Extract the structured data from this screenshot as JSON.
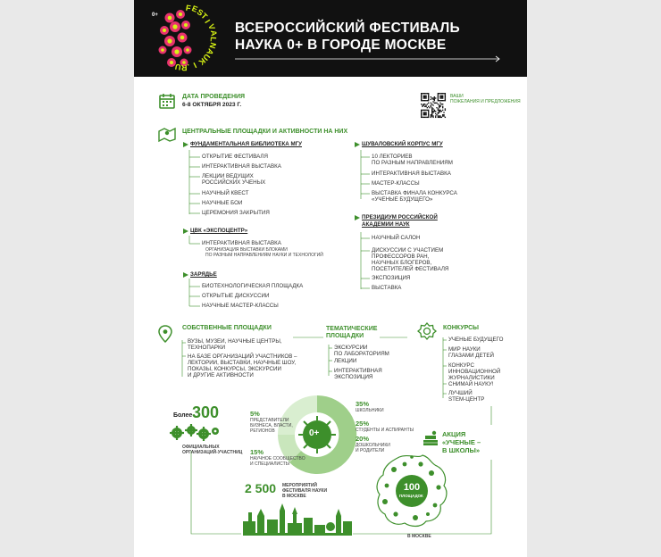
{
  "header": {
    "title_line1": "ВСЕРОССИЙСКИЙ ФЕСТИВАЛЬ",
    "title_line2": "НАУКА 0+ В ГОРОДЕ МОСКВЕ",
    "logo_text": "FESTIVALNAUKI.RU",
    "logo_letters": [
      "F",
      "E",
      "S",
      "T",
      "I",
      "V",
      "A",
      "L",
      "N",
      "A",
      "U",
      "K",
      "I",
      ".",
      "R",
      "U"
    ],
    "logo_zero": "0+"
  },
  "dates": {
    "label": "ДАТА ПРОВЕДЕНИЯ",
    "value": "6-8 ОКТЯБРЯ 2023 Г."
  },
  "qr": {
    "caption_line1": "ВАШИ",
    "caption_line2": "ПОЖЕЛАНИЯ И ПРЕДЛОЖЕНИЯ"
  },
  "venues": {
    "title": "ЦЕНТРАЛЬНЫЕ ПЛОЩАДКИ И АКТИВНОСТИ НА НИХ",
    "msu_library": {
      "name": "ФУНДАМЕНТАЛЬНАЯ БИБЛИОТЕКА МГУ",
      "items": [
        "ОТКРЫТИЕ ФЕСТИВАЛЯ",
        "ИНТЕРАКТИВНАЯ ВЫСТАВКА",
        "ЛЕКЦИИ ВЕДУЩИХ",
        "РОССИЙСКИХ УЧЕНЫХ",
        "НАУЧНЫЙ КВЕСТ",
        "НАУЧНЫЕ БОИ",
        "ЦЕРЕМОНИЯ ЗАКРЫТИЯ"
      ]
    },
    "expocentre": {
      "name": "ЦВК «ЭКСПОЦЕНТР»",
      "item": "ИНТЕРАКТИВНАЯ ВЫСТАВКА",
      "note_line1": "ОРГАНИЗАЦИЯ ВЫСТАВКИ БЛОКАМИ",
      "note_line2": "ПО РАЗНЫМ НАПРАВЛЕНИЯМ НАУКИ И ТЕХНОЛОГИЙ"
    },
    "zaryadye": {
      "name": "ЗАРЯДЬЕ",
      "items": [
        "БИОТЕХНОЛОГИЧЕСКАЯ ПЛОЩАДКА",
        "ОТКРЫТЫЕ ДИСКУССИИ",
        "НАУЧНЫЕ МАСТЕР-КЛАССЫ"
      ]
    },
    "shuvalov": {
      "name": "ШУВАЛОВСКИЙ КОРПУС МГУ",
      "items": [
        "10 ЛЕКТОРИЕВ",
        "ПО РАЗНЫМ НАПРАВЛЕНИЯМ",
        "ИНТЕРАКТИВНАЯ ВЫСТАВКА",
        "МАСТЕР-КЛАССЫ",
        "ВЫСТАВКА ФИНАЛА КОНКУРСА",
        "«УЧЕНЫЕ БУДУЩЕГО»"
      ]
    },
    "ras": {
      "name_line1": "ПРЕЗИДИУМ РОССИЙСКОЙ",
      "name_line2": "АКАДЕМИИ НАУК",
      "items": [
        "НАУЧНЫЙ САЛОН",
        "ДИСКУССИИ С УЧАСТИЕМ",
        "ПРОФЕССОРОВ РАН,",
        "НАУЧНЫХ БЛОГЕРОВ,",
        "ПОСЕТИТЕЛЕЙ ФЕСТИВАЛЯ",
        "ЭКСПОЗИЦИЯ",
        "ВЫСТАВКА"
      ]
    }
  },
  "own_sites": {
    "title": "СОБСТВЕННЫЕ ПЛОЩАДКИ",
    "items": [
      "ВУЗЫ, МУЗЕИ, НАУЧНЫЕ ЦЕНТРЫ,",
      "ТЕХНОПАРКИ",
      "НА БАЗЕ ОРГАНИЗАЦИЙ УЧАСТНИКОВ –",
      "ЛЕКТОРИИ, ВЫСТАВКИ, НАУЧНЫЕ ШОУ,",
      "ПОКАЗЫ, КОНКУРСЫ, ЭКСКУРСИИ",
      "И ДРУГИЕ АКТИВНОСТИ"
    ]
  },
  "thematic": {
    "title_line1": "ТЕМАТИЧЕСКИЕ",
    "title_line2": "ПЛОЩАДКИ",
    "items": [
      "ЭКСКУРСИИ",
      "ПО ЛАБОРАТОРИЯМ",
      "ЛЕКЦИИ",
      "ИНТЕРАКТИВНАЯ",
      "ЭКСПОЗИЦИЯ"
    ]
  },
  "contests": {
    "title": "КОНКУРСЫ",
    "items": [
      "УЧЕНЫЕ БУДУЩЕГО",
      "МИР НАУКИ",
      "ГЛАЗАМИ ДЕТЕЙ",
      "КОНКУРС",
      "ИННОВАЦИОННОЙ",
      "ЖУРНАЛИСТИКИ",
      "СНИМАЙ НАУКУ!",
      "ЛУЧШИЙ",
      "STEM-ЦЕНТР"
    ]
  },
  "organizations": {
    "prefix": "Более",
    "number": "300",
    "caption_line1": "ОФИЦИАЛЬНЫХ",
    "caption_line2": "ОРГАНИЗАЦИЙ-УЧАСТНИЦ"
  },
  "audience": {
    "left": [
      {
        "pct": "5%",
        "lines": [
          "ПРЕДСТАВИТЕЛИ",
          "БИЗНЕСА, ВЛАСТИ,",
          "РЕГИОНОВ"
        ]
      },
      {
        "pct": "15%",
        "lines": [
          "НАУЧНОЕ СООБЩЕСТВО",
          "И СПЕЦИАЛИСТЫ"
        ]
      }
    ],
    "right": [
      {
        "pct": "35%",
        "lines": [
          "ШКОЛЬНИКИ"
        ]
      },
      {
        "pct": "25%",
        "lines": [
          "СТУДЕНТЫ И АСПИРАНТЫ"
        ]
      },
      {
        "pct": "20%",
        "lines": [
          "ДОШКОЛЬНИКИ",
          "И РОДИТЕЛИ"
        ]
      }
    ],
    "center": "0+"
  },
  "schools_action": {
    "line1": "АКЦИЯ",
    "line2": "«УЧЕНЫЕ –",
    "line3": "В ШКОЛЫ»"
  },
  "events": {
    "number": "2 500",
    "caption_line1": "МЕРОПРИЯТИЙ",
    "caption_line2": "ФЕСТИВАЛЯ НАУКИ",
    "caption_line3": "В МОСКВЕ"
  },
  "sites_count": {
    "number": "100",
    "unit": "ПЛОЩАДОК",
    "caption": "В МОСКВЕ"
  },
  "colors": {
    "green": "#3d8f2b",
    "light_green": "#9fcf8a",
    "header_bg": "#111111",
    "logo_yellow": "#d7f215",
    "logo_pink": "#e7336e"
  }
}
